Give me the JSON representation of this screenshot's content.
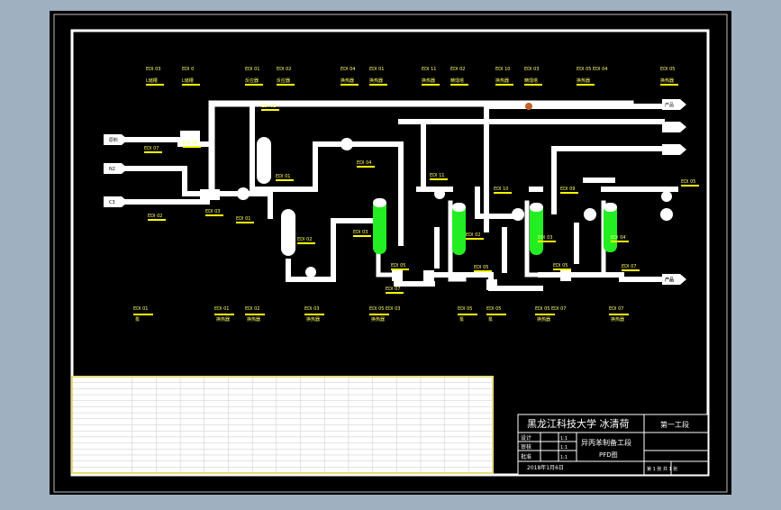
{
  "colors": {
    "canvas_bg": "#9fb1c1",
    "sheet_bg": "#000000",
    "frame": "#ffffff",
    "pipe": "#ffffff",
    "label": "#ffff00",
    "equipment_accent": "#22ee22",
    "table_bg": "#ffffff",
    "table_border": "#e6dc7a"
  },
  "top_tags": [
    {
      "code": "EDI 03",
      "name": "L储槽"
    },
    {
      "code": "EDI 0",
      "name": "L储槽"
    },
    {
      "code": "EDI 01",
      "name": "反应器"
    },
    {
      "code": "EDI 02",
      "name": "反应器"
    },
    {
      "code": "EDI 04",
      "name": "换热器"
    },
    {
      "code": "EDI 01",
      "name": "换热器"
    },
    {
      "code": "EDI 11",
      "name": "换热器"
    },
    {
      "code": "EDI 02",
      "name": "精馏塔"
    },
    {
      "code": "EDI 10",
      "name": "换热器"
    },
    {
      "code": "EDI 03",
      "name": "精馏塔"
    },
    {
      "code": "EDI 05 EDI 04",
      "name": "换热器"
    },
    {
      "code": "EDI 05",
      "name": "换热器"
    }
  ],
  "bottom_tags": [
    {
      "code": "EDI 01",
      "name": "泵"
    },
    {
      "code": "EDI 01",
      "name": "换热器"
    },
    {
      "code": "EDI 02",
      "name": "换热器"
    },
    {
      "code": "EDI 03",
      "name": "换热器"
    },
    {
      "code": "EDI 05 EDI 03",
      "name": "换热器"
    },
    {
      "code": "EDI 05",
      "name": "泵"
    },
    {
      "code": "EDI 05",
      "name": "泵"
    },
    {
      "code": "EDI 05 EDI 07",
      "name": "换热器"
    },
    {
      "code": "EDI 07",
      "name": "换热器"
    }
  ],
  "inner_tags": [
    {
      "code": "EDI 02"
    },
    {
      "code": "EDI 07"
    },
    {
      "code": "EDI 08"
    },
    {
      "code": "EDI 03"
    },
    {
      "code": "EDI 01"
    },
    {
      "code": "EDI 02"
    },
    {
      "code": "EDI 01"
    },
    {
      "code": "EDI 04"
    },
    {
      "code": "EDI 11"
    },
    {
      "code": "EDI 10"
    },
    {
      "code": "EDI 09"
    },
    {
      "code": "EDI 05"
    },
    {
      "code": "EDI 02"
    },
    {
      "code": "EDI 03"
    },
    {
      "code": "EDI 03"
    },
    {
      "code": "EDI 04"
    },
    {
      "code": "EDI 07"
    },
    {
      "code": "EDI 05"
    },
    {
      "code": "EDI 05"
    },
    {
      "code": "EDI 05"
    },
    {
      "code": "EDI 07"
    },
    {
      "code": "EDI 02"
    }
  ],
  "feed_streams": [
    "原料",
    "N2",
    "C3"
  ],
  "product_streams": [
    "产品",
    "",
    "",
    "产品",
    "产品"
  ],
  "title_block": {
    "school": "黑龙江科技大学 冰清荷",
    "stage": "第一工段",
    "drawing": "异丙苯制备工段",
    "type": "PFD图",
    "role1": "设计",
    "role2": "审核",
    "role3": "批准",
    "scale1": "1:1",
    "scale2": "1:1",
    "scale3": "1:1",
    "date": "2018年1月6日",
    "sheet": "第 1 张  共 1 张"
  }
}
